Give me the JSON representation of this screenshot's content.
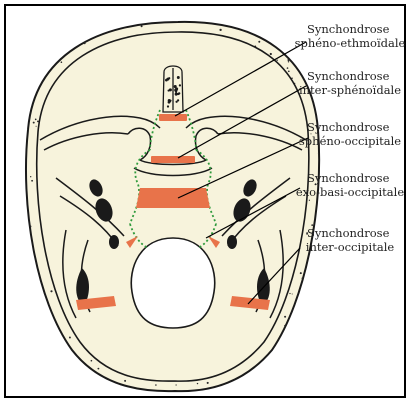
{
  "colors": {
    "background": "#ffffff",
    "frame": "#000000",
    "skull_fill": "#f7f3dc",
    "outline": "#1a1a1a",
    "dots": "#2a2a2a",
    "cartilage": "#e8734a",
    "suture": "#2f9a3c",
    "label_text": "#222222",
    "leader_line": "#000000"
  },
  "labels": [
    {
      "line1": "Synchondrose",
      "line2": "sphéno-ethmoïdale"
    },
    {
      "line1": "Synchondrose",
      "line2": "inter-sphénoïdale"
    },
    {
      "line1": "Synchondrose",
      "line2": "sphéno-occipitale"
    },
    {
      "line1": "Synchondrose",
      "line2": "exo-basi-occipitale"
    },
    {
      "line1": "Synchondrose",
      "line2": "inter-occipitale"
    }
  ]
}
